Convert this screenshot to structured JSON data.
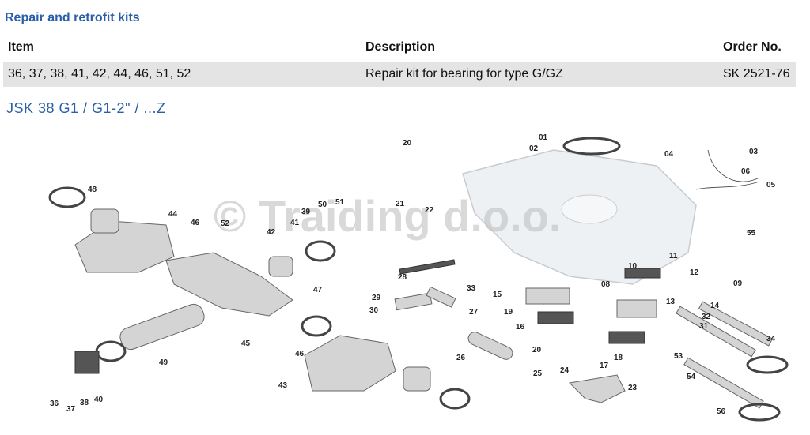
{
  "section_title": "Repair and retrofit kits",
  "table": {
    "headers": [
      "Item",
      "Description",
      "Order No."
    ],
    "rows": [
      [
        "36, 37, 38, 41, 42, 44, 46, 51, 52",
        "Repair kit for bearing for type G/GZ",
        "SK 2521-76"
      ]
    ]
  },
  "model_title": "JSK 38 G1 / G1-2\" / ...Z",
  "watermark": "© Traiding d.o.o.",
  "callouts": [
    "01",
    "02",
    "03",
    "04",
    "05",
    "06",
    "08",
    "09",
    "11",
    "12",
    "13",
    "14",
    "15",
    "16",
    "17",
    "18",
    "19",
    "20",
    "20",
    "21",
    "22",
    "23",
    "24",
    "25",
    "26",
    "27",
    "28",
    "29",
    "30",
    "31",
    "32",
    "33",
    "34",
    "36",
    "37",
    "38",
    "39",
    "40",
    "41",
    "42",
    "43",
    "44",
    "45",
    "46",
    "46",
    "47",
    "48",
    "49",
    "50",
    "51",
    "52",
    "53",
    "54",
    "55",
    "56",
    "10"
  ]
}
